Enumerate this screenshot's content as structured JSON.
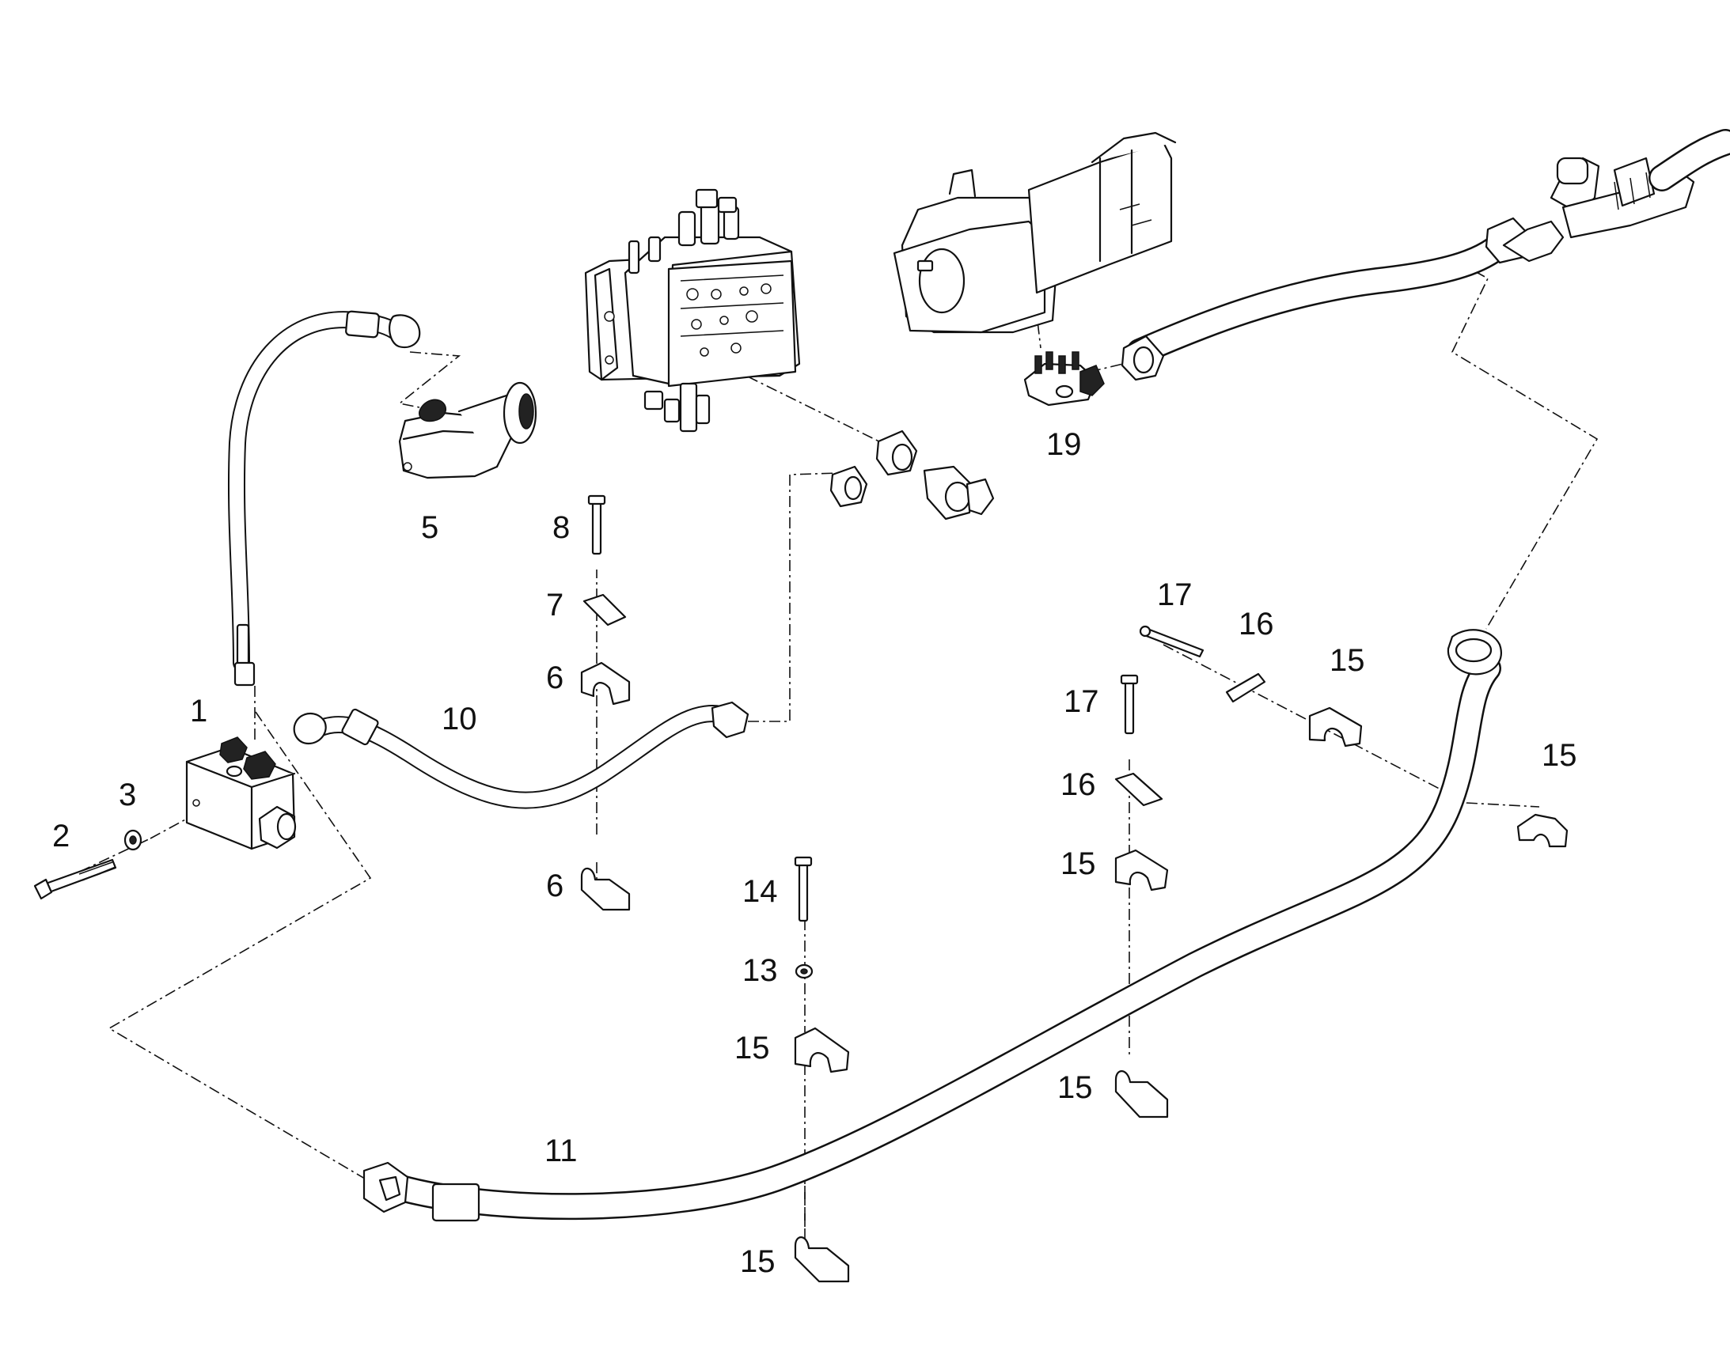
{
  "callouts": {
    "c1": "1",
    "c2": "2",
    "c3": "3",
    "c5": "5",
    "c6a": "6",
    "c6b": "6",
    "c7": "7",
    "c8": "8",
    "c10": "10",
    "c11": "11",
    "c13": "13",
    "c14": "14",
    "c15a": "15",
    "c15b": "15",
    "c15c": "15",
    "c15d": "15",
    "c15e": "15",
    "c15f": "15",
    "c16a": "16",
    "c16b": "16",
    "c17a": "17",
    "c17b": "17",
    "c19": "19"
  },
  "colors": {
    "line": "#111111",
    "background": "#ffffff"
  }
}
